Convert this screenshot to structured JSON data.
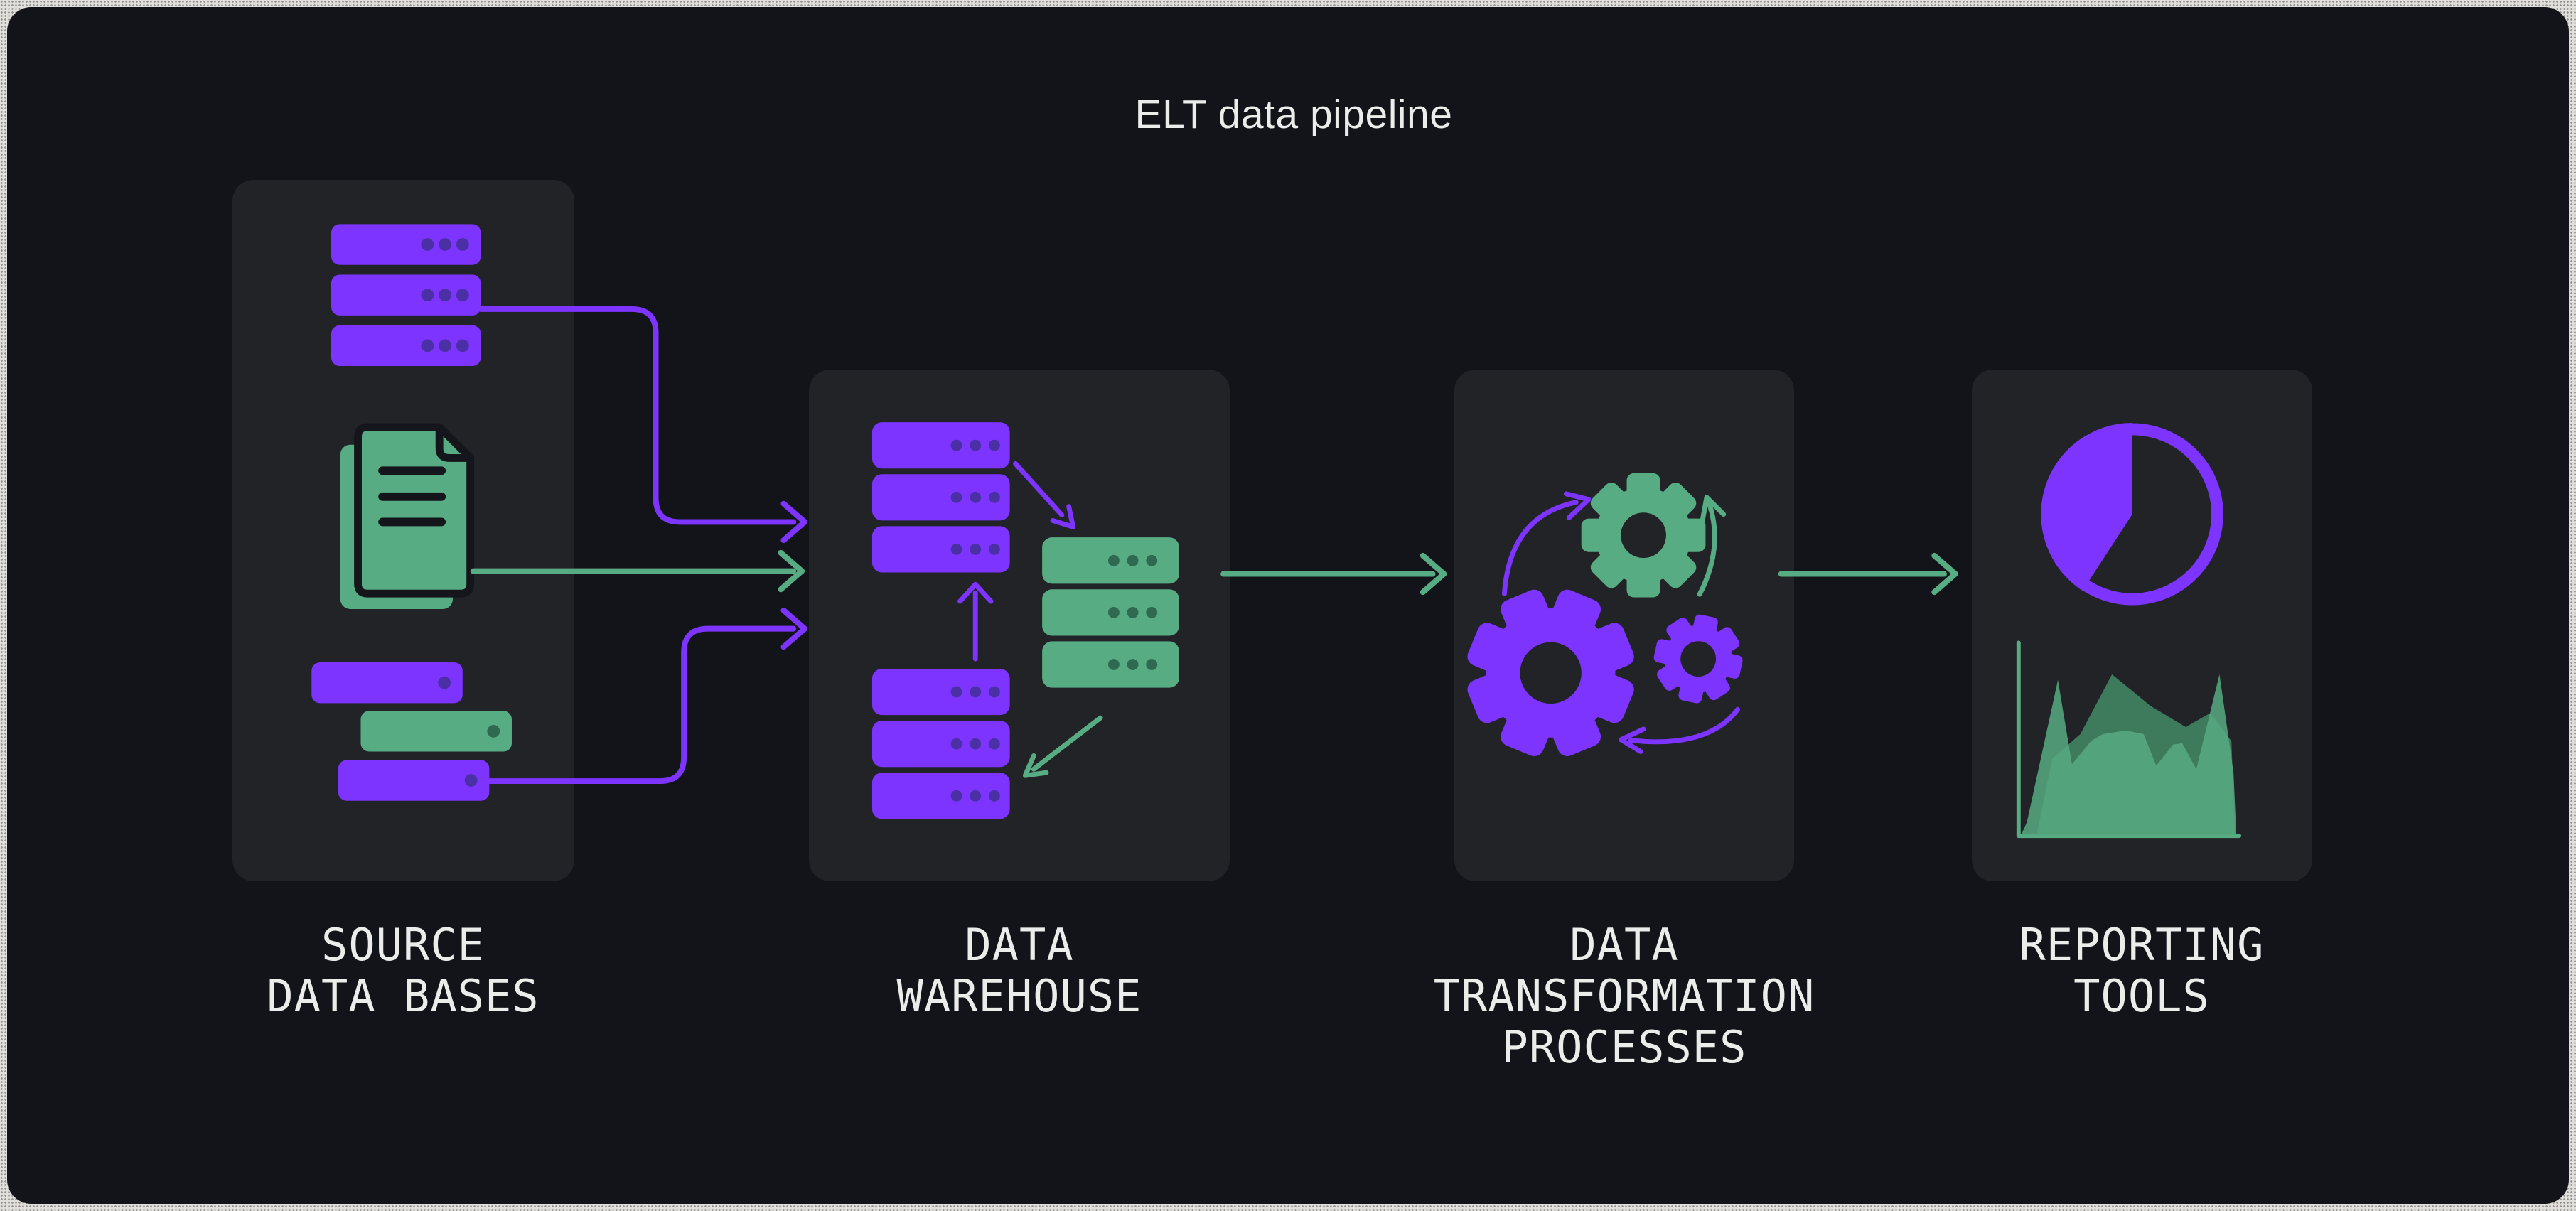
{
  "title": "ELT data pipeline",
  "colors": {
    "page_bg": "#121419",
    "panel_bg": "#212327",
    "purple": "#7C34FE",
    "purple_dark": "#4B2FA4",
    "green": "#57AC83",
    "green_dark": "#2E6950",
    "green_deep": "#3E7A5C",
    "ink": "#14161B",
    "text": "#ECECEA",
    "frame_edge": "#E0DFDC"
  },
  "panels": [
    {
      "id": "source-databases",
      "label_lines": [
        "SOURCE",
        "DATA BASES"
      ],
      "icons": [
        "server-stack-purple",
        "document-stack-green",
        "database-bars-staggered"
      ]
    },
    {
      "id": "data-warehouse",
      "label_lines": [
        "DATA",
        "WAREHOUSE"
      ],
      "icons": [
        "server-stack-purple-top",
        "server-stack-green",
        "server-stack-purple-bottom",
        "arrow-purple-diagonal",
        "arrow-purple-up",
        "arrow-green-diagonal"
      ]
    },
    {
      "id": "data-transformation-processes",
      "label_lines": [
        "DATA",
        "TRANSFORMATION",
        "PROCESSES"
      ],
      "icons": [
        "gear-green",
        "gear-purple-large",
        "gear-purple-small",
        "curved-arrow-purple-left",
        "curved-arrow-green-right",
        "curved-arrow-purple-bottom"
      ]
    },
    {
      "id": "reporting-tools",
      "label_lines": [
        "REPORTING",
        "TOOLS"
      ],
      "icons": [
        "pie-chart-purple",
        "area-chart-green"
      ]
    }
  ],
  "connectors": [
    {
      "from": "source-databases",
      "to": "data-warehouse",
      "color": "purple",
      "style": "elbow-down"
    },
    {
      "from": "source-databases",
      "to": "data-warehouse",
      "color": "green",
      "style": "straight"
    },
    {
      "from": "source-databases",
      "to": "data-warehouse",
      "color": "purple",
      "style": "elbow-up"
    },
    {
      "from": "data-warehouse",
      "to": "data-transformation-processes",
      "color": "green",
      "style": "straight"
    },
    {
      "from": "data-transformation-processes",
      "to": "reporting-tools",
      "color": "green",
      "style": "straight"
    }
  ]
}
